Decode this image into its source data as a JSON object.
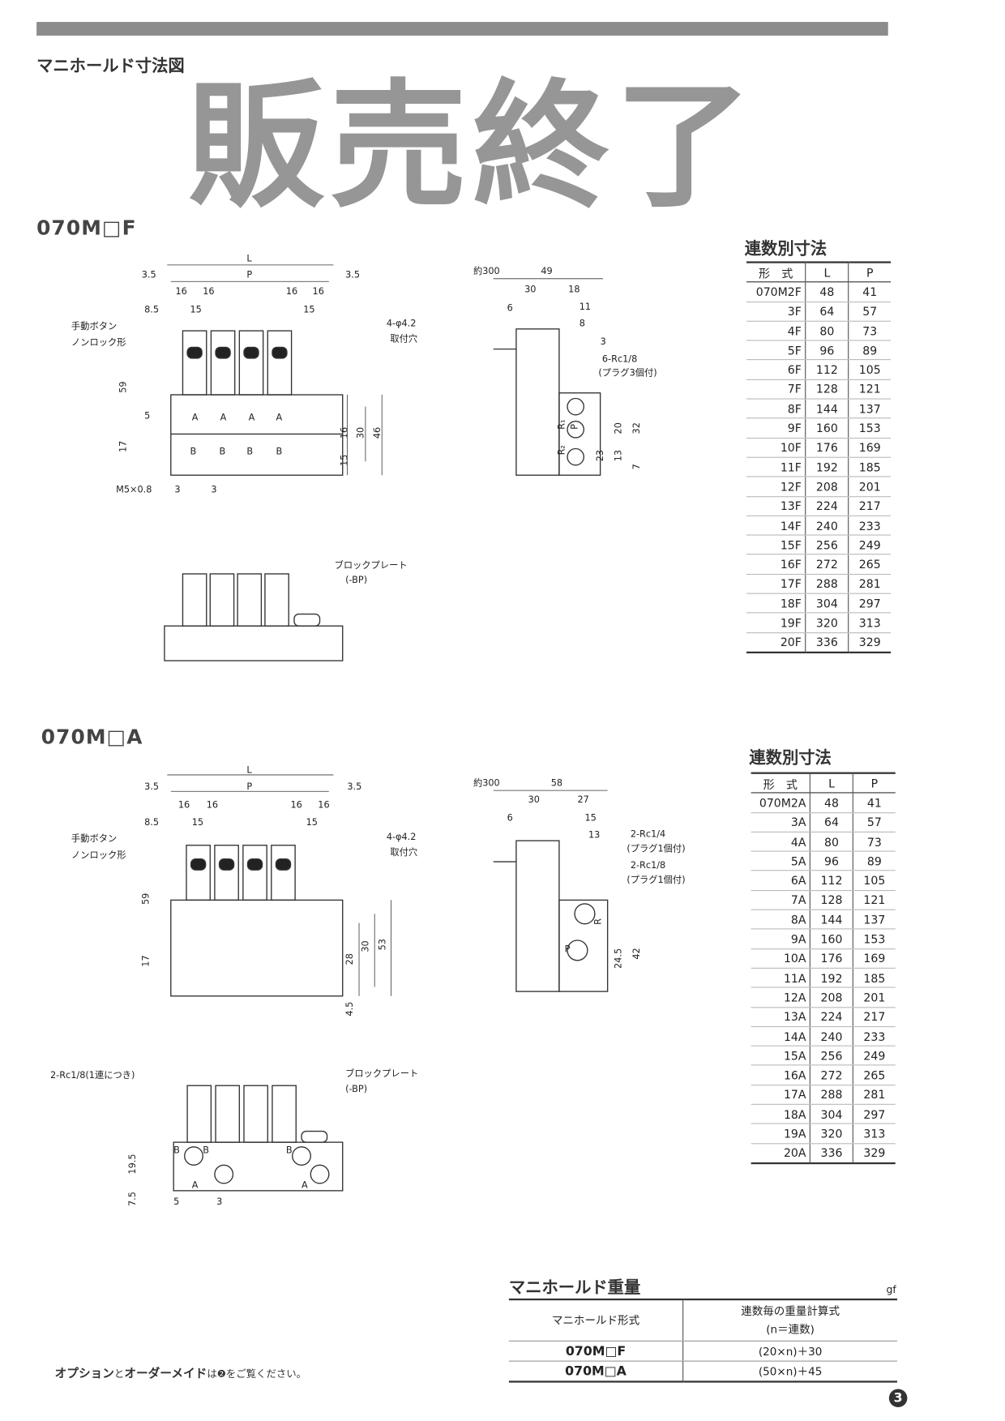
{
  "page_title": "マニホールド寸法図",
  "section_f": {
    "model": "070M□F",
    "table_title": "連数別寸法",
    "headers": [
      "形　式",
      "L",
      "P"
    ],
    "rows": [
      [
        "070M2F",
        "48",
        "41"
      ],
      [
        "3F",
        "64",
        "57"
      ],
      [
        "4F",
        "80",
        "73"
      ],
      [
        "5F",
        "96",
        "89"
      ],
      [
        "6F",
        "112",
        "105"
      ],
      [
        "7F",
        "128",
        "121"
      ],
      [
        "8F",
        "144",
        "137"
      ],
      [
        "9F",
        "160",
        "153"
      ],
      [
        "10F",
        "176",
        "169"
      ],
      [
        "11F",
        "192",
        "185"
      ],
      [
        "12F",
        "208",
        "201"
      ],
      [
        "13F",
        "224",
        "217"
      ],
      [
        "14F",
        "240",
        "233"
      ],
      [
        "15F",
        "256",
        "249"
      ],
      [
        "16F",
        "272",
        "265"
      ],
      [
        "17F",
        "288",
        "281"
      ],
      [
        "18F",
        "304",
        "297"
      ],
      [
        "19F",
        "320",
        "313"
      ],
      [
        "20F",
        "336",
        "329"
      ]
    ],
    "front_labels": [
      "L",
      "P",
      "3.5",
      "3.5",
      "16",
      "16",
      "16",
      "16",
      "8.5",
      "15",
      "15",
      "手動ボタン",
      "ノンロック形",
      "4-φ4.2",
      "取付穴",
      "59",
      "5",
      "17",
      "16",
      "30",
      "46",
      "15",
      "M5×0.8",
      "3",
      "3",
      "A",
      "A",
      "A",
      "A",
      "B",
      "B",
      "B",
      "B"
    ],
    "side_labels": [
      "約300",
      "49",
      "30",
      "18",
      "6",
      "11",
      "8",
      "3",
      "6-Rc1/8",
      "(プラグ3個付)",
      "20",
      "32",
      "23",
      "13",
      "7",
      "R₁",
      "P",
      "R₂"
    ],
    "plate_labels": [
      "ブロックプレート",
      "(-BP)"
    ]
  },
  "section_a": {
    "model": "070M□A",
    "table_title": "連数別寸法",
    "headers": [
      "形　式",
      "L",
      "P"
    ],
    "rows": [
      [
        "070M2A",
        "48",
        "41"
      ],
      [
        "3A",
        "64",
        "57"
      ],
      [
        "4A",
        "80",
        "73"
      ],
      [
        "5A",
        "96",
        "89"
      ],
      [
        "6A",
        "112",
        "105"
      ],
      [
        "7A",
        "128",
        "121"
      ],
      [
        "8A",
        "144",
        "137"
      ],
      [
        "9A",
        "160",
        "153"
      ],
      [
        "10A",
        "176",
        "169"
      ],
      [
        "11A",
        "192",
        "185"
      ],
      [
        "12A",
        "208",
        "201"
      ],
      [
        "13A",
        "224",
        "217"
      ],
      [
        "14A",
        "240",
        "233"
      ],
      [
        "15A",
        "256",
        "249"
      ],
      [
        "16A",
        "272",
        "265"
      ],
      [
        "17A",
        "288",
        "281"
      ],
      [
        "18A",
        "304",
        "297"
      ],
      [
        "19A",
        "320",
        "313"
      ],
      [
        "20A",
        "336",
        "329"
      ]
    ],
    "front_labels": [
      "L",
      "P",
      "3.5",
      "3.5",
      "16",
      "16",
      "16",
      "16",
      "8.5",
      "15",
      "15",
      "手動ボタン",
      "ノンロック形",
      "4-φ4.2",
      "取付穴",
      "59",
      "17",
      "28",
      "30",
      "53",
      "4.5"
    ],
    "side_labels": [
      "約300",
      "58",
      "30",
      "27",
      "6",
      "15",
      "13",
      "2-Rc1/4",
      "(プラグ1個付)",
      "2-Rc1/8",
      "(プラグ1個付)",
      "24.5",
      "42",
      "P",
      "R"
    ],
    "plate_labels": [
      "2-Rc1/8(1連につき)",
      "ブロックプレート",
      "(-BP)",
      "19.5",
      "7.5",
      "5",
      "3",
      "B",
      "B",
      "B",
      "A",
      "A"
    ]
  },
  "weight": {
    "title": "マニホールド重量",
    "unit": "gf",
    "header_model": "マニホールド形式",
    "header_formula_1": "連数毎の重量計算式",
    "header_formula_2": "(n＝連数)",
    "rows": [
      [
        "070M□F",
        "(20×n)＋30"
      ],
      [
        "070M□A",
        "(50×n)＋45"
      ]
    ]
  },
  "watermark": "販売終了",
  "footer_note_bold1": "オプション",
  "footer_note_to": "と",
  "footer_note_bold2": "オーダーメイド",
  "footer_note_rest": "は❷をご覧ください。",
  "page_number": "3"
}
